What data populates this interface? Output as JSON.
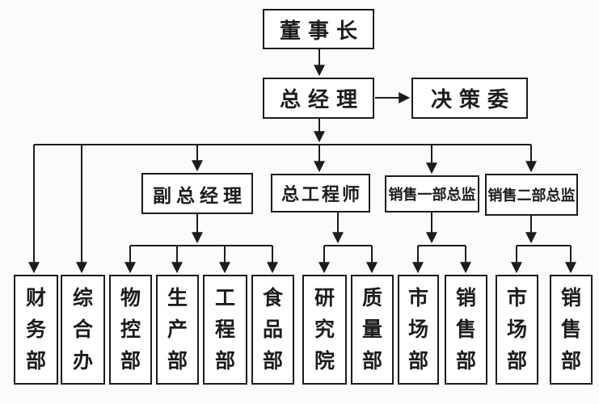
{
  "diagram": {
    "type": "org-chart",
    "nodes": {
      "chairman": "董事长",
      "general_manager": "总经理",
      "decision_committee": "决策委",
      "deputy_general_manager": "副总经理",
      "chief_engineer": "总工程师",
      "sales_dept1_director": "销售一部总监",
      "sales_dept2_director": "销售二部总监"
    },
    "departments": [
      {
        "label": "财务部",
        "parent": "general_manager"
      },
      {
        "label": "综合办",
        "parent": "general_manager"
      },
      {
        "label": "物控部",
        "parent": "deputy_general_manager"
      },
      {
        "label": "生产部",
        "parent": "deputy_general_manager"
      },
      {
        "label": "工程部",
        "parent": "deputy_general_manager"
      },
      {
        "label": "食品部",
        "parent": "deputy_general_manager"
      },
      {
        "label": "研究院",
        "parent": "chief_engineer"
      },
      {
        "label": "质量部",
        "parent": "chief_engineer"
      },
      {
        "label": "市场部",
        "parent": "sales_dept1_director"
      },
      {
        "label": "销售部",
        "parent": "sales_dept1_director"
      },
      {
        "label": "市场部",
        "parent": "sales_dept2_director"
      },
      {
        "label": "销售部",
        "parent": "sales_dept2_director"
      }
    ],
    "edges": [
      {
        "from": "chairman",
        "to": "general_manager"
      },
      {
        "from": "general_manager",
        "to": "decision_committee"
      },
      {
        "from": "general_manager",
        "to": "deputy_general_manager"
      },
      {
        "from": "general_manager",
        "to": "chief_engineer"
      },
      {
        "from": "general_manager",
        "to": "sales_dept1_director"
      },
      {
        "from": "general_manager",
        "to": "sales_dept2_director"
      }
    ],
    "colors": {
      "background": "#fbfbfb",
      "box_fill": "#ffffff",
      "box_border": "#1c1c1c",
      "line": "#1c1c1c",
      "text": "#1c1c1c"
    }
  }
}
